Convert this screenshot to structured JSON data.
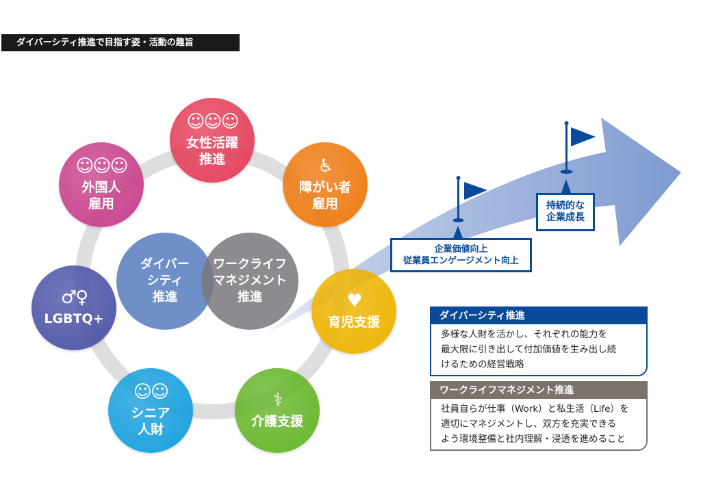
{
  "title": "ダイバーシティ推進で目指す姿・活動の趣旨",
  "center": {
    "diversity": [
      "ダイバー",
      "シティ",
      "推進"
    ],
    "wlb": [
      "ワークライフ",
      "マネジメント",
      "推進"
    ]
  },
  "circles": [
    {
      "key": "women",
      "lines": [
        "女性活躍",
        "推進"
      ],
      "icon": "women-workers-icon",
      "color": "#e4405c"
    },
    {
      "key": "disability",
      "lines": [
        "障がい者",
        "雇用"
      ],
      "icon": "wheelchair-worker-icon",
      "color": "#ee7a12"
    },
    {
      "key": "childcare",
      "lines": [
        "育児支援",
        ""
      ],
      "icon": "family-heart-icon",
      "color": "#eeb400"
    },
    {
      "key": "nursing",
      "lines": [
        "介護支援",
        ""
      ],
      "icon": "caregiver-icon",
      "color": "#66b62a"
    },
    {
      "key": "senior",
      "lines": [
        "シニア",
        "人財"
      ],
      "icon": "senior-couple-icon",
      "color": "#18a0de"
    },
    {
      "key": "lgbtq",
      "lines": [
        "LGBTQ+",
        ""
      ],
      "icon": "rainbow-people-icon",
      "color": "#4e56a8"
    },
    {
      "key": "foreign",
      "lines": [
        "外国人",
        "雇用"
      ],
      "icon": "globe-people-icon",
      "color": "#c8428c"
    }
  ],
  "milestones": {
    "first": [
      "企業価値向上",
      "従業員エンゲージメント向上"
    ],
    "second": [
      "持続的な",
      "企業成長"
    ]
  },
  "info": {
    "diversity": {
      "heading": "ダイバーシティ推進",
      "lines": [
        "多様な人財を活かし、それぞれの能力を",
        "最大限に引き出して付加価値を生み出し続",
        "けるための経営戦略"
      ],
      "color": "#0a4a9a"
    },
    "wlb": {
      "heading": "ワークライフマネジメント推進",
      "lines": [
        "社員自らが仕事（Work）と私生活（Life）を",
        "適切にマネジメントし、双方を充実できる",
        "よう環境整備と社内理解・浸透を進めること"
      ],
      "color": "#7d726c"
    }
  }
}
